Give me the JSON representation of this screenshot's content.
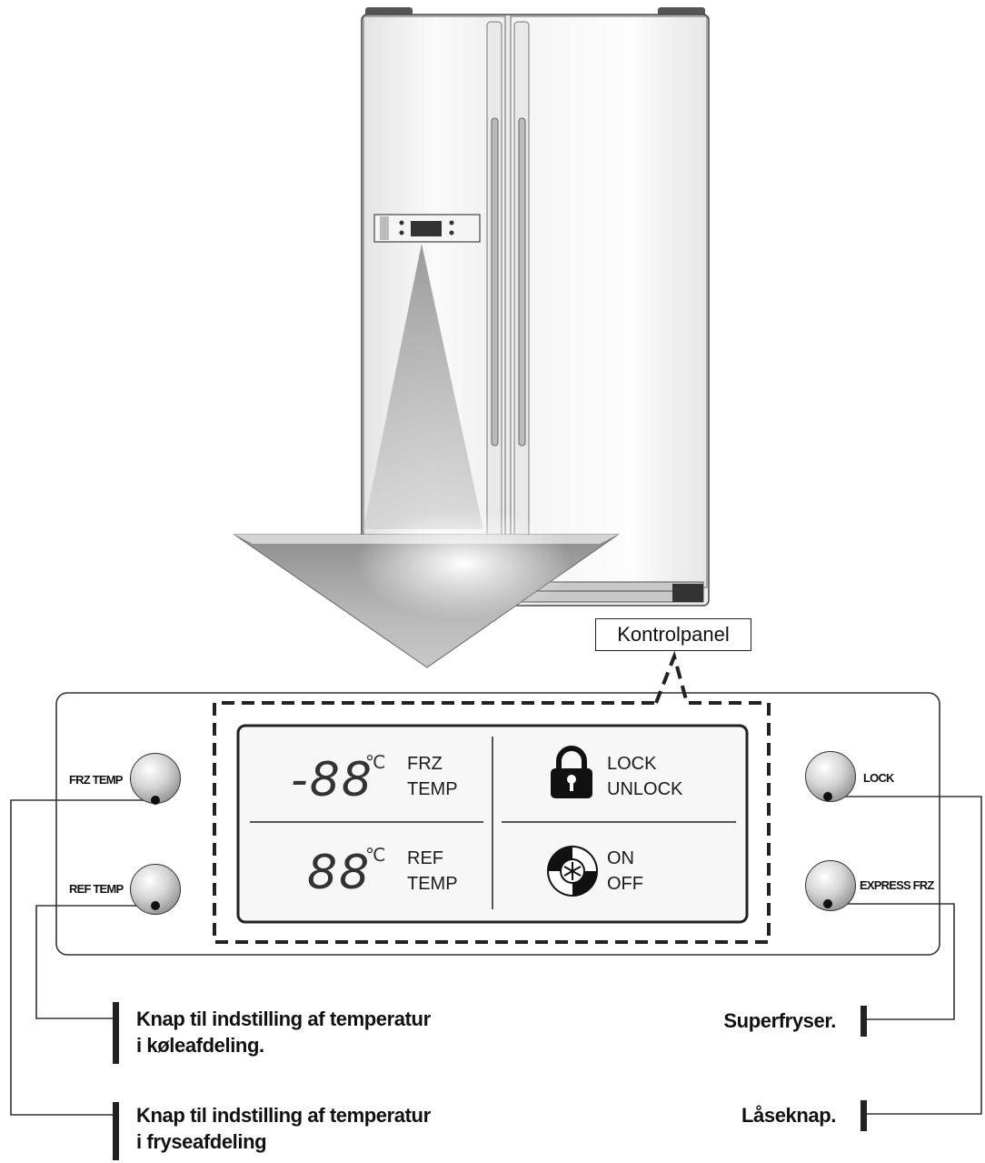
{
  "callout": {
    "label": "Kontrolpanel"
  },
  "display": {
    "frz_value": "-88",
    "ref_value": "88",
    "degree_unit": "℃",
    "frz_label_line1": "FRZ",
    "frz_label_line2": "TEMP",
    "ref_label_line1": "REF",
    "ref_label_line2": "TEMP",
    "lock_line1": "LOCK",
    "lock_line2": "UNLOCK",
    "express_line1": "ON",
    "express_line2": "OFF"
  },
  "buttons": {
    "frz_temp": "FRZ TEMP",
    "ref_temp": "REF TEMP",
    "lock": "LOCK",
    "express_frz": "EXPRESS FRZ"
  },
  "descriptions": {
    "ref_line1": "Knap til indstilling af temperatur",
    "ref_line2": "i køleafdeling.",
    "frz_line1": "Knap til indstilling af temperatur",
    "frz_line2": "i fryseafdeling",
    "express": "Superfryser.",
    "lock": "Låseknap."
  },
  "icons": {
    "lock": "padlock-icon",
    "express": "snowflake-swirl-icon"
  }
}
